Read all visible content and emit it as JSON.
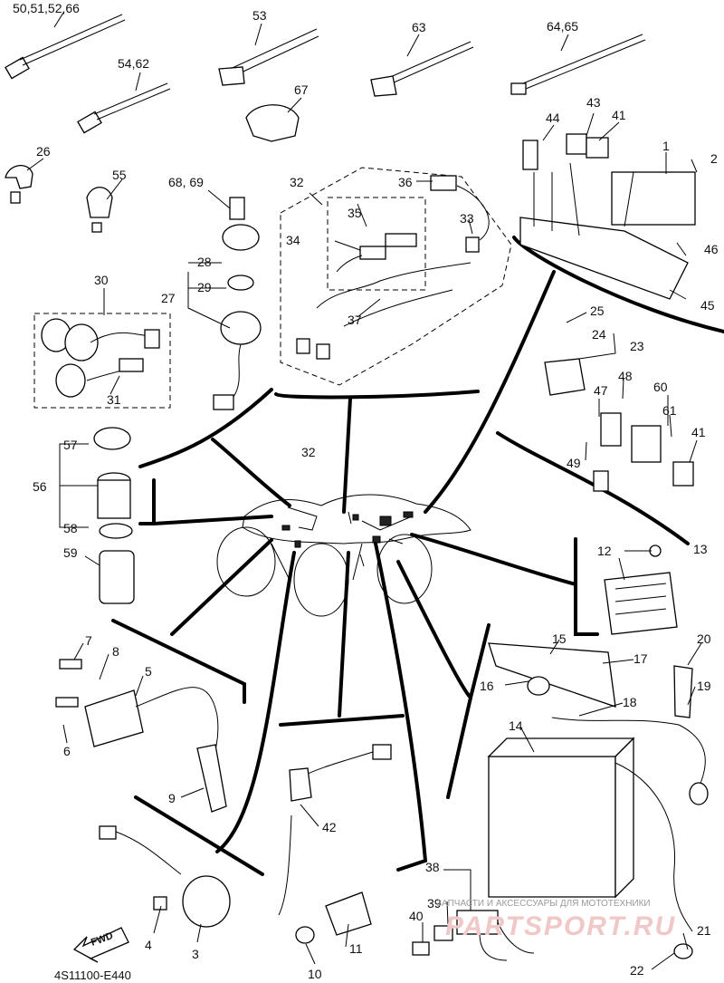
{
  "diagram": {
    "drawing_code": "4S11100-E440",
    "fwd_label": "FWD",
    "watermark_text": "ЗАПЧАСТИ И АКСЕССУАРЫ ДЛЯ МОТОТЕХНИКИ",
    "watermark_logo": "PARTSPORT.RU",
    "callouts": {
      "c1": "1",
      "c2": "2",
      "c3": "3",
      "c4": "4",
      "c5": "5",
      "c6": "6",
      "c7": "7",
      "c8": "8",
      "c9": "9",
      "c10": "10",
      "c11": "11",
      "c12": "12",
      "c13": "13",
      "c14": "14",
      "c15": "15",
      "c16": "16",
      "c17": "17",
      "c18": "18",
      "c19": "19",
      "c20": "20",
      "c21": "21",
      "c22": "22",
      "c23": "23",
      "c24": "24",
      "c25": "25",
      "c26": "26",
      "c27": "27",
      "c28": "28",
      "c29": "29",
      "c30": "30",
      "c31": "31",
      "c32a": "32",
      "c32b": "32",
      "c33": "33",
      "c34": "34",
      "c35": "35",
      "c36": "36",
      "c37": "37",
      "c38": "38",
      "c39": "39",
      "c40": "40",
      "c41a": "41",
      "c41b": "41",
      "c42": "42",
      "c43": "43",
      "c44": "44",
      "c45": "45",
      "c46": "46",
      "c47": "47",
      "c48": "48",
      "c49": "49",
      "c53": "53",
      "c55": "55",
      "c56": "56",
      "c57": "57",
      "c58": "58",
      "c59": "59",
      "c60": "60",
      "c61": "61",
      "c63": "63",
      "c67": "67",
      "c50": "50,51,52,66",
      "c54": "54,62",
      "c64": "64,65",
      "c68": "68, 69"
    }
  }
}
